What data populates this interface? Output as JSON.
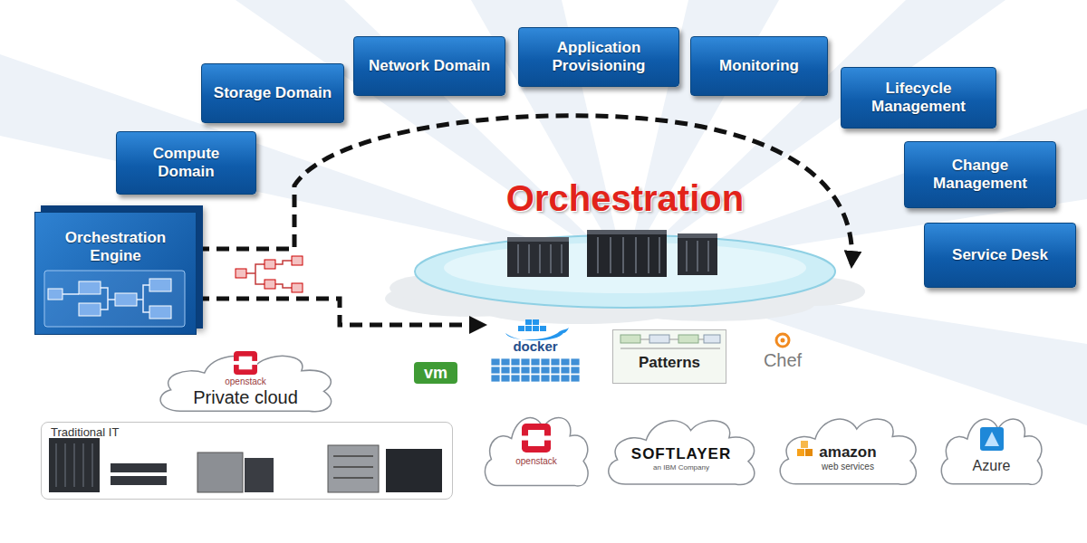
{
  "diagram": {
    "nodes": [
      {
        "text": [
          "Compute Domain"
        ]
      },
      {
        "text": [
          "Storage Domain"
        ]
      },
      {
        "text": [
          "Network Domain"
        ]
      },
      {
        "text": [
          "Application Provisioning"
        ]
      },
      {
        "text": [
          "Monitoring"
        ]
      },
      {
        "text": [
          "Lifecycle Management"
        ]
      },
      {
        "text": [
          "Change Management"
        ]
      },
      {
        "text": [
          "Service Desk"
        ]
      },
      {
        "text": [
          "Orchestration Engine"
        ]
      },
      {
        "text": [
          "Orchestration"
        ]
      },
      {
        "text": [
          "vm"
        ]
      },
      {
        "text": [
          "docker"
        ]
      },
      {
        "text": [
          "Patterns"
        ]
      },
      {
        "text": [
          "Chef"
        ]
      },
      {
        "text": [
          "openstack",
          "Private cloud"
        ]
      },
      {
        "text": [
          "Traditional IT"
        ]
      },
      {
        "text": [
          "openstack"
        ]
      },
      {
        "text": [
          "SOFTLAYER",
          "an IBM Company"
        ]
      },
      {
        "text": [
          "amazon",
          "web services"
        ]
      },
      {
        "text": [
          "Azure"
        ]
      }
    ],
    "edges": [
      {
        "from": 8,
        "to": 9,
        "arrow": "to"
      },
      {
        "from": 8,
        "to": 11,
        "arrow": "to"
      }
    ]
  }
}
